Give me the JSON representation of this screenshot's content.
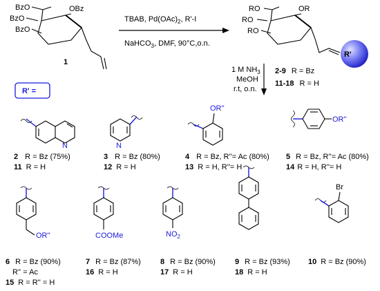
{
  "scheme": {
    "start": {
      "number": "1",
      "substituents": [
        "BzO",
        "OBz",
        "BzO",
        "BzO"
      ]
    },
    "product": {
      "substituents": [
        "RO",
        "OR",
        "RO",
        "RO"
      ],
      "aryl_label": "R'"
    },
    "conditions_main": {
      "line1": "TBAB, Pd(OAc)",
      "line1_sub": "2",
      "line1_tail": ", R'-I",
      "line2": "NaHCO",
      "line2_sub": "3",
      "line2_tail": ", DMF, 90°C,o.n."
    },
    "conditions_deprotect": {
      "line1": "1 M NH",
      "line1_sub": "3",
      "line2": "MeOH",
      "line3": "r.t, o.n."
    },
    "product_series": [
      {
        "numbers": "2-9",
        "text": "R = Bz"
      },
      {
        "numbers": "11-18",
        "text": "R = H"
      }
    ],
    "r_box_label": "R' =",
    "heteroatoms": {
      "N": "N",
      "OR2": "OR''",
      "COOMe": "COOMe",
      "NO": "NO",
      "NO_sub": "2",
      "Br": "Br"
    },
    "entries": [
      {
        "lines": [
          {
            "n": "2",
            "t": "R = Bz (75%)"
          },
          {
            "n": "11",
            "t": "R = H"
          }
        ]
      },
      {
        "lines": [
          {
            "n": "3",
            "t": "R = Bz (80%)"
          },
          {
            "n": "12",
            "t": "R = H"
          }
        ]
      },
      {
        "lines": [
          {
            "n": "4",
            "t": "R = Bz, R''= Ac (80%)"
          },
          {
            "n": "13",
            "t": "R = H, R''= H"
          }
        ]
      },
      {
        "lines": [
          {
            "n": "5",
            "t": "R = Bz, R''= Ac (80%)"
          },
          {
            "n": "14",
            "t": "R = H,  R''= H"
          }
        ]
      },
      {
        "lines": [
          {
            "n": "6",
            "t": "R  = Bz (90%)"
          },
          {
            "n": "",
            "t": "R'' = Ac"
          },
          {
            "n": "15",
            "t": "R = R'' = H"
          }
        ]
      },
      {
        "lines": [
          {
            "n": "7",
            "t": "R = Bz (87%)"
          },
          {
            "n": "16",
            "t": "R = H"
          }
        ]
      },
      {
        "lines": [
          {
            "n": "8",
            "t": "R = Bz (90%)"
          },
          {
            "n": "17",
            "t": "R = H"
          }
        ]
      },
      {
        "lines": [
          {
            "n": "9",
            "t": "R = Bz (93%)"
          },
          {
            "n": "18",
            "t": "R = H"
          }
        ]
      },
      {
        "lines": [
          {
            "n": "10",
            "t": "R = Bz (90%)"
          }
        ]
      }
    ]
  },
  "colors": {
    "accent": "#1a1adb",
    "ink": "#000000",
    "sphere_light": "#c9ccff",
    "sphere_dark": "#2020c8"
  }
}
